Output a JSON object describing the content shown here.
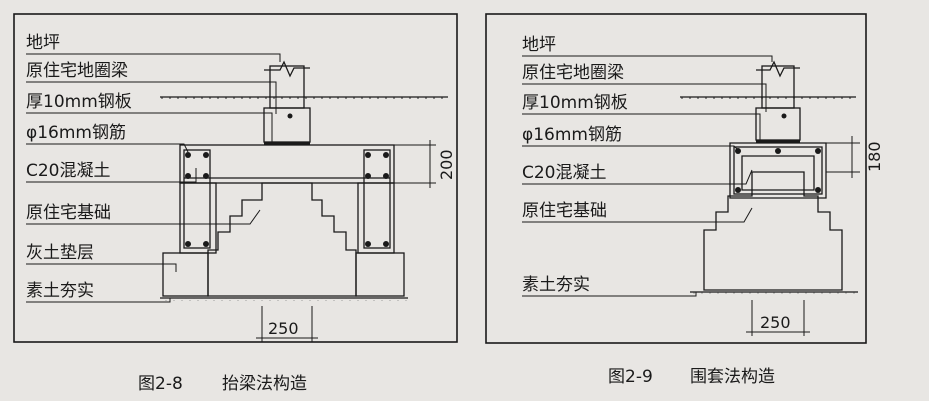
{
  "figures": [
    {
      "labels": [
        "地坪",
        "原住宅地圈梁",
        "厚10mm钢板",
        "φ16mm钢筋",
        "C20混凝土",
        "原住宅基础",
        "灰土垫层",
        "素土夯实"
      ],
      "dim_height": "200",
      "dim_width": "250",
      "caption_number": "图2-8",
      "caption_title": "抬梁法构造"
    },
    {
      "labels": [
        "地坪",
        "原住宅地圈梁",
        "厚10mm钢板",
        "φ16mm钢筋",
        "C20混凝土",
        "原住宅基础",
        "素土夯实"
      ],
      "dim_height": "180",
      "dim_width": "250",
      "caption_number": "图2-9",
      "caption_title": "围套法构造"
    }
  ]
}
